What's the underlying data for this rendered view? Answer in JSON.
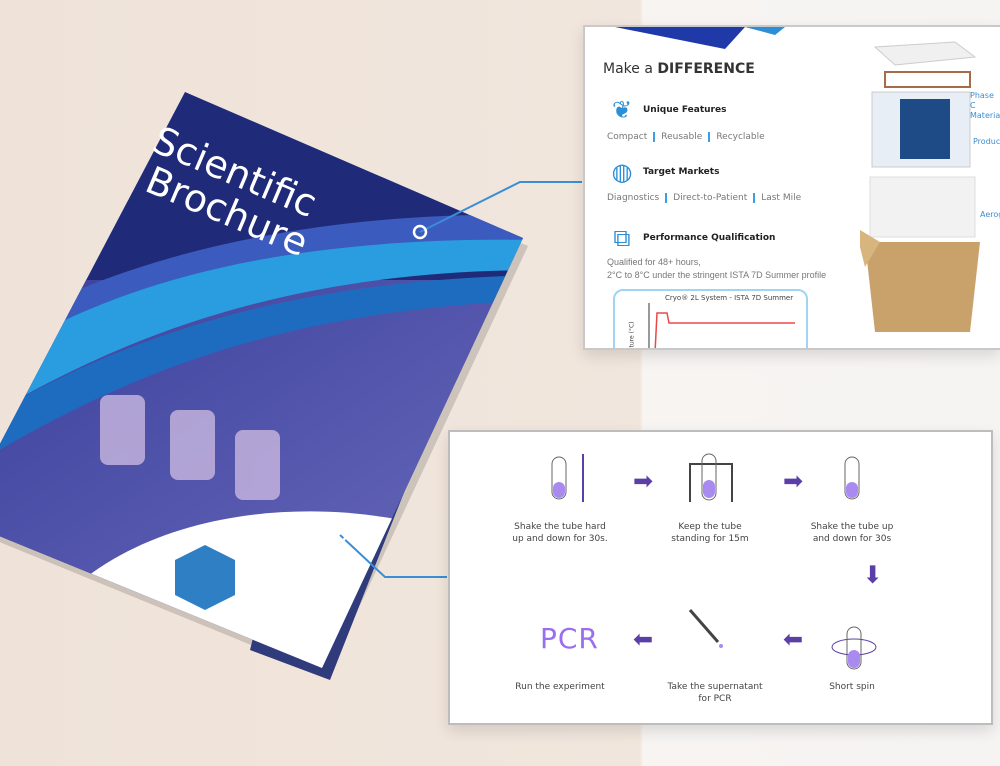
{
  "brochure": {
    "title_line1": "Scientific",
    "title_line2": "Brochure"
  },
  "top_panel": {
    "heading_prefix": "Make a ",
    "heading_bold": "DIFFERENCE",
    "sections": [
      {
        "icon": "leaf-icon",
        "title": "Unique Features",
        "tags": [
          "Compact",
          "Reusable",
          "Recyclable"
        ]
      },
      {
        "icon": "globe-icon",
        "title": "Target Markets",
        "tags": [
          "Diagnostics",
          "Direct-to-Patient",
          "Last Mile"
        ]
      },
      {
        "icon": "box-clock-icon",
        "title": "Performance Qualification"
      }
    ],
    "pq_line1": "Qualified for 48+ hours,",
    "pq_line2": "2°C to 8°C under the stringent ISTA 7D Summer profile",
    "chart_title": "Cryo® 2L System - ISTA 7D Summer",
    "chart_ylabel": "ture (°C)",
    "callouts": [
      "Phase C",
      "Materia",
      "Produc",
      "Aerog"
    ]
  },
  "bottom_panel": {
    "steps": [
      {
        "label1": "Shake the tube hard",
        "label2": "up and down for 30s."
      },
      {
        "label1": "Keep the tube",
        "label2": "standing for 15m"
      },
      {
        "label1": "Shake the tube up",
        "label2": "and down for 30s"
      },
      {
        "label1": "Short spin",
        "label2": ""
      },
      {
        "label1": "Take the supernatant",
        "label2": "for PCR"
      },
      {
        "label1": "Run the experiment",
        "label2": ""
      }
    ],
    "pcr_text": "PCR"
  },
  "colors": {
    "navy": "#1f2a78",
    "blue": "#2a8fd6",
    "purple": "#5b3fa6",
    "lavender": "#9a6ef0"
  }
}
